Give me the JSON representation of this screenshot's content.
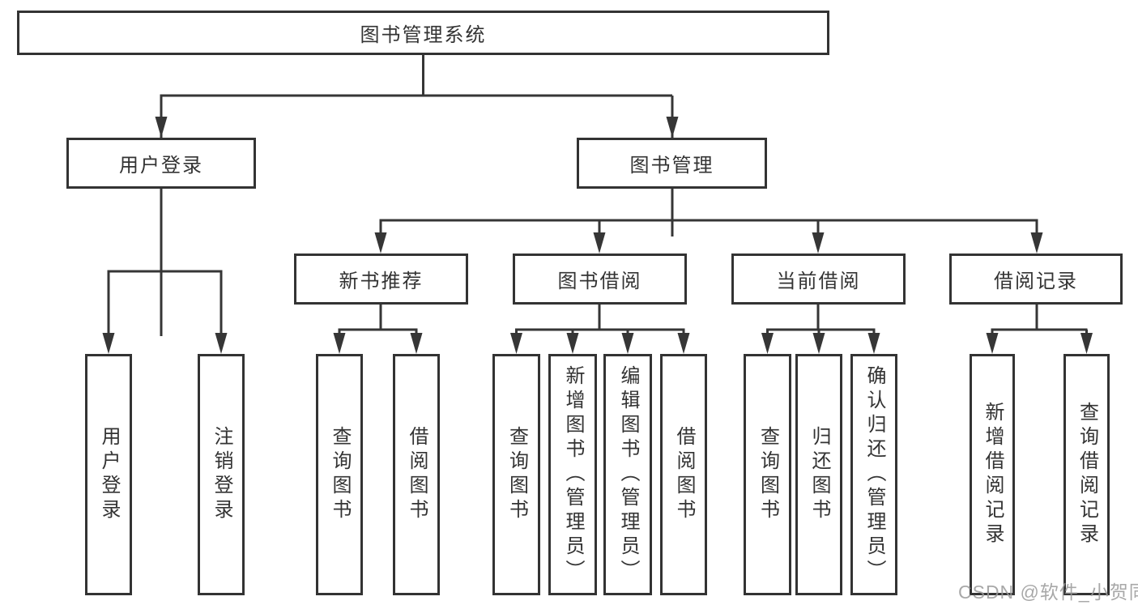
{
  "tree": {
    "label": "图书管理系统",
    "children": [
      {
        "label": "用户登录",
        "children": [
          {
            "label": "用户登录"
          },
          {
            "label": "注销登录"
          }
        ]
      },
      {
        "label": "图书管理",
        "children": [
          {
            "label": "新书推荐",
            "children": [
              {
                "label": "查询图书"
              },
              {
                "label": "借阅图书"
              }
            ]
          },
          {
            "label": "图书借阅",
            "children": [
              {
                "label": "查询图书"
              },
              {
                "label": "新增图书（管理员）"
              },
              {
                "label": "编辑图书（管理员）"
              },
              {
                "label": "借阅图书"
              }
            ]
          },
          {
            "label": "当前借阅",
            "children": [
              {
                "label": "查询图书"
              },
              {
                "label": "归还图书"
              },
              {
                "label": "确认归还（管理员）"
              }
            ]
          },
          {
            "label": "借阅记录",
            "children": [
              {
                "label": "新增借阅记录"
              },
              {
                "label": "查询借阅记录"
              }
            ]
          }
        ]
      }
    ]
  },
  "watermark": "CSDN @软件_小贺同学",
  "colors": {
    "line": "#363636",
    "border": "#333333",
    "text": "#333333",
    "watermark": "#9a9a9a",
    "background": "#ffffff"
  }
}
